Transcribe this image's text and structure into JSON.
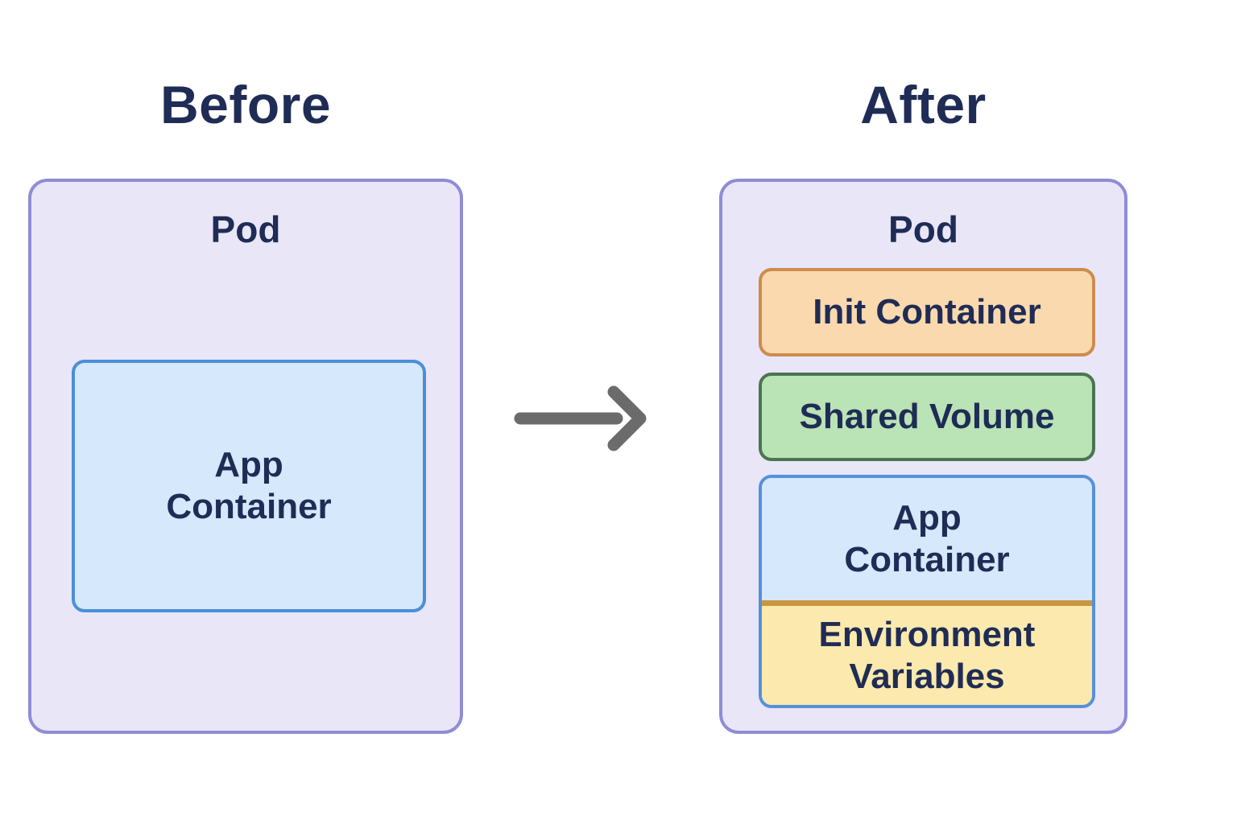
{
  "before": {
    "title": "Before",
    "pod_label": "Pod",
    "app_container": {
      "line1": "App",
      "line2": "Container"
    }
  },
  "after": {
    "title": "After",
    "pod_label": "Pod",
    "init_container_label": "Init Container",
    "shared_volume_label": "Shared Volume",
    "app_container": {
      "line1": "App",
      "line2": "Container"
    },
    "environment_variables": {
      "line1": "Environment",
      "line2": "Variables"
    }
  },
  "arrow": {
    "icon": "right-arrow"
  },
  "colors": {
    "background": "#ffffff",
    "text": "#1f2c55",
    "pod_fill": "#e9e6f8",
    "pod_border": "#8f8cd6",
    "app_fill": "#d5e8fc",
    "app_border": "#4b8fd8",
    "init_fill": "#fbd9af",
    "init_border": "#cd8c4e",
    "shared_fill": "#bae3b6",
    "shared_border": "#4a7550",
    "env_fill": "#fbe9ad",
    "env_divider": "#c9973f",
    "arrow": "#6b6b6b"
  }
}
